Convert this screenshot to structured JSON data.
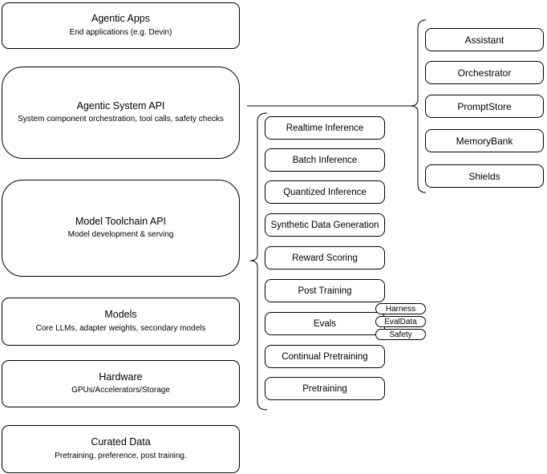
{
  "layers": [
    {
      "title": "Agentic Apps",
      "subtitle": "End applications (e.g. Devin)"
    },
    {
      "title": "Agentic System API",
      "subtitle": "System component orchestration, tool calls, safety checks"
    },
    {
      "title": "Model Toolchain API",
      "subtitle": "Model development & serving"
    },
    {
      "title": "Models",
      "subtitle": "Core LLMs, adapter weights, secondary models"
    },
    {
      "title": "Hardware",
      "subtitle": "GPUs/Accelerators/Storage"
    },
    {
      "title": "Curated Data",
      "subtitle": "Pretraining, preference, post training."
    }
  ],
  "toolchain_services": [
    "Realtime Inference",
    "Batch Inference",
    "Quantized Inference",
    "Synthetic Data Generation",
    "Reward Scoring",
    "Post Training",
    "Evals",
    "Continual Pretraining",
    "Pretraining"
  ],
  "eval_badges": [
    "Harness",
    "EvalData",
    "Safety"
  ],
  "system_components": [
    "Assistant",
    "Orchestrator",
    "PromptStore",
    "MemoryBank",
    "Shields"
  ],
  "colors": {
    "stroke": "#000000",
    "fill": "#ffffff",
    "text": "#000000"
  }
}
